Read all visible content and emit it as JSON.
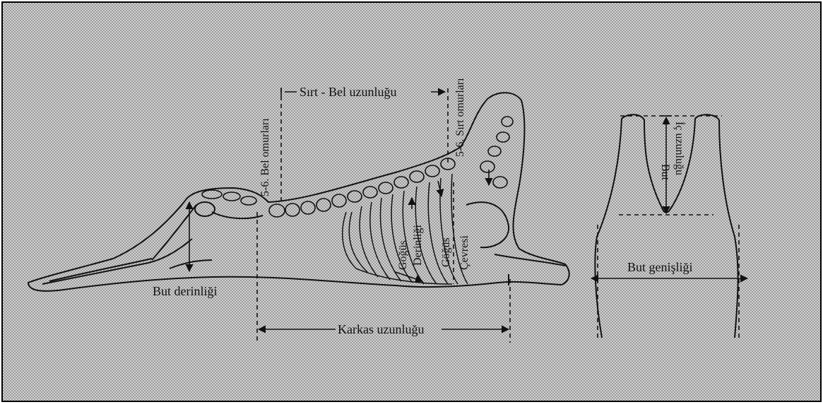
{
  "labels": {
    "sirt_bel_uzunlugu": "Sırt - Bel uzunluğu",
    "bel_omurlari": "5-6. Bel omurları",
    "sirt_omurlari": "5-6. Sırt omurları",
    "gogus_derinligi_1": "Göğüs",
    "gogus_derinligi_2": "Derinliği",
    "gogus_cevresi_1": "Göğüs",
    "gogus_cevresi_2": "Çevresi",
    "but_derinligi": "But derinliği",
    "karkas_uzunlugu": "Karkas uzunluğu",
    "but_ic_uzunlugu_1": "But",
    "but_ic_uzunlugu_2": "İç uzunluğu",
    "but_genisligi": "But genişliği"
  },
  "colors": {
    "background_texture": "#c9c9c9",
    "line": "#111111",
    "frame": "#000000"
  }
}
